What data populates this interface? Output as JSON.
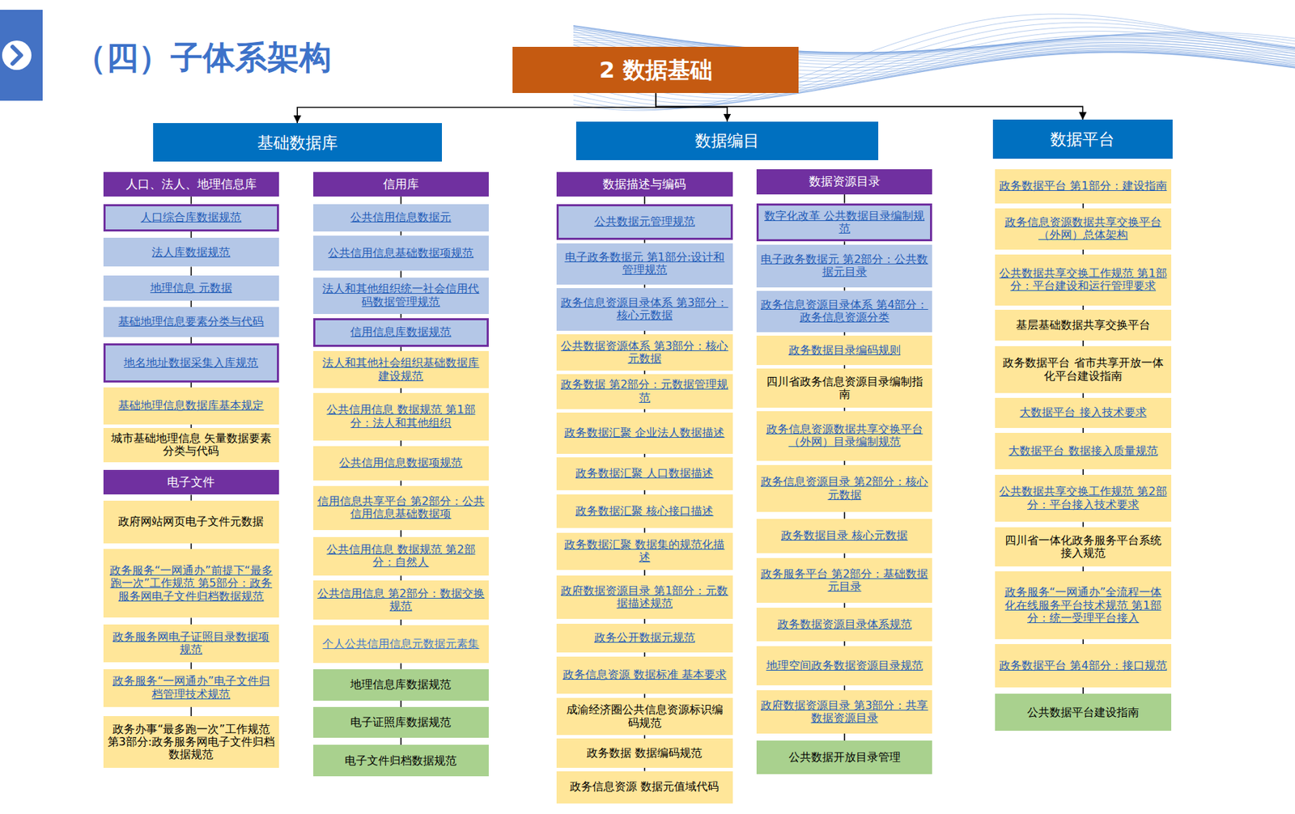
{
  "diagram": {
    "title": "（四）子体系架构",
    "nodes": [
      {
        "text": [
          "2 数据基础"
        ]
      },
      {
        "text": [
          "基础数据库"
        ]
      },
      {
        "text": [
          "数据编目"
        ]
      },
      {
        "text": [
          "数据平台"
        ]
      },
      {
        "text": [
          "人口、法人、地理信息库"
        ]
      },
      {
        "text": [
          "人口综合库数据规范"
        ]
      },
      {
        "text": [
          "法人库数据规范"
        ]
      },
      {
        "text": [
          "地理信息 元数据"
        ]
      },
      {
        "text": [
          "基础地理信息要素分类与代码"
        ]
      },
      {
        "text": [
          "地名地址数据采集入库规范"
        ]
      },
      {
        "text": [
          "基础地理信息数据库基本规定"
        ]
      },
      {
        "text": [
          "城市基础地理信息 矢量数据要素分类与代码"
        ]
      },
      {
        "text": [
          "电子文件"
        ]
      },
      {
        "text": [
          "政府网站网页电子文件元数据"
        ]
      },
      {
        "text": [
          "政务服务“一网通办”前提下“最多跑一次”工作规范 第5部分：政务服务网电子文件归档数据规范"
        ]
      },
      {
        "text": [
          "政务服务网电子证照目录数据项规范"
        ]
      },
      {
        "text": [
          "政务服务“一网通办”电子文件归档管理技术规范"
        ]
      },
      {
        "text": [
          "政务办事“最多跑一次”工作规范 第3部分:政务服务网电子文件归档数据规范"
        ]
      },
      {
        "text": [
          "信用库"
        ]
      },
      {
        "text": [
          "公共信用信息数据元"
        ]
      },
      {
        "text": [
          "公共信用信息基础数据项规范"
        ]
      },
      {
        "text": [
          "法人和其他组织统一社会信用代码数据管理规范"
        ]
      },
      {
        "text": [
          "信用信息库数据规范"
        ]
      },
      {
        "text": [
          "法人和其他社会组织基础数据库建设规范"
        ]
      },
      {
        "text": [
          "公共信用信息 数据规范 第1部分：法人和其他组织"
        ]
      },
      {
        "text": [
          "公共信用信息数据项规范"
        ]
      },
      {
        "text": [
          "信用信息共享平台 第2部分：公共信用信息基础数据项"
        ]
      },
      {
        "text": [
          "公共信用信息 数据规范 第2部分：自然人"
        ]
      },
      {
        "text": [
          "公共信用信息 第2部分：数据交换规范"
        ]
      },
      {
        "text": [
          "个人公共信用信息元数据元素集"
        ]
      },
      {
        "text": [
          "地理信息库数据规范"
        ]
      },
      {
        "text": [
          "电子证照库数据规范"
        ]
      },
      {
        "text": [
          "电子文件归档数据规范"
        ]
      },
      {
        "text": [
          "数据描述与编码"
        ]
      },
      {
        "text": [
          "公共数据元管理规范"
        ]
      },
      {
        "text": [
          "电子政务数据元 第1部分:设计和管理规范"
        ]
      },
      {
        "text": [
          "政务信息资源目录体系 第3部分：核心元数据"
        ]
      },
      {
        "text": [
          "公共数据资源体系 第3部分：核心元数据"
        ]
      },
      {
        "text": [
          "政务数据 第2部分：元数据管理规范"
        ]
      },
      {
        "text": [
          "政务数据汇聚 企业法人数据描述"
        ]
      },
      {
        "text": [
          "政务数据汇聚 人口数据描述"
        ]
      },
      {
        "text": [
          "政务数据汇聚 核心接口描述"
        ]
      },
      {
        "text": [
          "政务数据汇聚 数据集的规范化描述"
        ]
      },
      {
        "text": [
          "政府数据资源目录 第1部分：元数据描述规范"
        ]
      },
      {
        "text": [
          "政务公开数据元规范"
        ]
      },
      {
        "text": [
          "政务信息资源 数据标准 基本要求"
        ]
      },
      {
        "text": [
          "成渝经济圈公共信息资源标识编码规范"
        ]
      },
      {
        "text": [
          "政务数据 数据编码规范"
        ]
      },
      {
        "text": [
          "政务信息资源 数据元值域代码"
        ]
      },
      {
        "text": [
          "数据资源目录"
        ]
      },
      {
        "text": [
          "数字化改革 公共数据目录编制规范"
        ]
      },
      {
        "text": [
          "电子政务数据元 第2部分：公共数据元目录"
        ]
      },
      {
        "text": [
          "政务信息资源目录体系 第4部分：政务信息资源分类"
        ]
      },
      {
        "text": [
          "政务数据目录编码规则"
        ]
      },
      {
        "text": [
          "四川省政务信息资源目录编制指南"
        ]
      },
      {
        "text": [
          "政务信息资源数据共享交换平台（外网）目录编制规范"
        ]
      },
      {
        "text": [
          "政务信息资源目录 第2部分：核心元数据"
        ]
      },
      {
        "text": [
          "政务数据目录 核心元数据"
        ]
      },
      {
        "text": [
          "政务服务平台 第2部分：基础数据元目录"
        ]
      },
      {
        "text": [
          "政务数据资源目录体系规范"
        ]
      },
      {
        "text": [
          "地理空间政务数据资源目录规范"
        ]
      },
      {
        "text": [
          "政府数据资源目录 第3部分：共享数据资源目录"
        ]
      },
      {
        "text": [
          "公共数据开放目录管理"
        ]
      },
      {
        "text": [
          "政务数据平台 第1部分：建设指南"
        ]
      },
      {
        "text": [
          "政务信息资源数据共享交换平台（外网）总体架构"
        ]
      },
      {
        "text": [
          "公共数据共享交换工作规范 第1部分：平台建设和运行管理要求"
        ]
      },
      {
        "text": [
          "基层基础数据共享交换平台"
        ]
      },
      {
        "text": [
          "政务数据平台 省市共享开放一体化平台建设指南"
        ]
      },
      {
        "text": [
          "大数据平台 接入技术要求"
        ]
      },
      {
        "text": [
          "大数据平台 数据接入质量规范"
        ]
      },
      {
        "text": [
          "公共数据共享交换工作规范 第2部分：平台接入技术要求"
        ]
      },
      {
        "text": [
          "四川省一体化政务服务平台系统接入规范"
        ]
      },
      {
        "text": [
          "政务服务“一网通办”全流程一体化在线服务平台技术规范 第1部分：统一受理平台接入"
        ]
      },
      {
        "text": [
          "政务数据平台 第4部分：接口规范"
        ]
      },
      {
        "text": [
          "公共数据平台建设指南"
        ]
      }
    ],
    "edges": [
      {
        "from": 0,
        "to": 1,
        "arrow": "to"
      },
      {
        "from": 0,
        "to": 2,
        "arrow": "to"
      },
      {
        "from": 0,
        "to": 3,
        "arrow": "to"
      },
      {
        "from": 4,
        "to": 5,
        "arrow": "none"
      },
      {
        "from": 5,
        "to": 6,
        "arrow": "none"
      },
      {
        "from": 6,
        "to": 7,
        "arrow": "none"
      },
      {
        "from": 7,
        "to": 8,
        "arrow": "none"
      },
      {
        "from": 8,
        "to": 9,
        "arrow": "none"
      },
      {
        "from": 9,
        "to": 10,
        "arrow": "none"
      },
      {
        "from": 10,
        "to": 11,
        "arrow": "none"
      },
      {
        "from": 12,
        "to": 13,
        "arrow": "none"
      },
      {
        "from": 13,
        "to": 14,
        "arrow": "none"
      },
      {
        "from": 14,
        "to": 15,
        "arrow": "none"
      },
      {
        "from": 15,
        "to": 16,
        "arrow": "none"
      },
      {
        "from": 16,
        "to": 17,
        "arrow": "none"
      },
      {
        "from": 18,
        "to": 19,
        "arrow": "none"
      },
      {
        "from": 19,
        "to": 20,
        "arrow": "none"
      },
      {
        "from": 20,
        "to": 21,
        "arrow": "none"
      },
      {
        "from": 21,
        "to": 22,
        "arrow": "none"
      },
      {
        "from": 22,
        "to": 23,
        "arrow": "none"
      },
      {
        "from": 23,
        "to": 24,
        "arrow": "none"
      },
      {
        "from": 24,
        "to": 25,
        "arrow": "none"
      },
      {
        "from": 25,
        "to": 26,
        "arrow": "none"
      },
      {
        "from": 26,
        "to": 27,
        "arrow": "none"
      },
      {
        "from": 27,
        "to": 28,
        "arrow": "none"
      },
      {
        "from": 28,
        "to": 29,
        "arrow": "none"
      },
      {
        "from": 29,
        "to": 30,
        "arrow": "none"
      },
      {
        "from": 30,
        "to": 31,
        "arrow": "none"
      },
      {
        "from": 31,
        "to": 32,
        "arrow": "none"
      },
      {
        "from": 33,
        "to": 34,
        "arrow": "none"
      },
      {
        "from": 34,
        "to": 35,
        "arrow": "none"
      },
      {
        "from": 35,
        "to": 36,
        "arrow": "none"
      },
      {
        "from": 36,
        "to": 37,
        "arrow": "none"
      },
      {
        "from": 37,
        "to": 38,
        "arrow": "none"
      },
      {
        "from": 38,
        "to": 39,
        "arrow": "none"
      },
      {
        "from": 39,
        "to": 40,
        "arrow": "none"
      },
      {
        "from": 40,
        "to": 41,
        "arrow": "none"
      },
      {
        "from": 41,
        "to": 42,
        "arrow": "none"
      },
      {
        "from": 42,
        "to": 43,
        "arrow": "none"
      },
      {
        "from": 43,
        "to": 44,
        "arrow": "none"
      },
      {
        "from": 44,
        "to": 45,
        "arrow": "none"
      },
      {
        "from": 45,
        "to": 46,
        "arrow": "none"
      },
      {
        "from": 46,
        "to": 47,
        "arrow": "none"
      },
      {
        "from": 47,
        "to": 48,
        "arrow": "none"
      },
      {
        "from": 49,
        "to": 50,
        "arrow": "none"
      },
      {
        "from": 50,
        "to": 51,
        "arrow": "none"
      },
      {
        "from": 51,
        "to": 52,
        "arrow": "none"
      },
      {
        "from": 52,
        "to": 53,
        "arrow": "none"
      },
      {
        "from": 53,
        "to": 54,
        "arrow": "none"
      },
      {
        "from": 54,
        "to": 55,
        "arrow": "none"
      },
      {
        "from": 55,
        "to": 56,
        "arrow": "none"
      },
      {
        "from": 56,
        "to": 57,
        "arrow": "none"
      },
      {
        "from": 57,
        "to": 58,
        "arrow": "none"
      },
      {
        "from": 58,
        "to": 59,
        "arrow": "none"
      },
      {
        "from": 59,
        "to": 60,
        "arrow": "none"
      },
      {
        "from": 60,
        "to": 61,
        "arrow": "none"
      },
      {
        "from": 61,
        "to": 62,
        "arrow": "none"
      },
      {
        "from": 63,
        "to": 64,
        "arrow": "none"
      },
      {
        "from": 64,
        "to": 65,
        "arrow": "none"
      },
      {
        "from": 65,
        "to": 66,
        "arrow": "none"
      },
      {
        "from": 66,
        "to": 67,
        "arrow": "none"
      },
      {
        "from": 67,
        "to": 68,
        "arrow": "none"
      },
      {
        "from": 68,
        "to": 69,
        "arrow": "none"
      },
      {
        "from": 69,
        "to": 70,
        "arrow": "none"
      },
      {
        "from": 70,
        "to": 71,
        "arrow": "none"
      },
      {
        "from": 71,
        "to": 72,
        "arrow": "none"
      },
      {
        "from": 72,
        "to": 73,
        "arrow": "none"
      },
      {
        "from": 73,
        "to": 74,
        "arrow": "none"
      }
    ]
  }
}
